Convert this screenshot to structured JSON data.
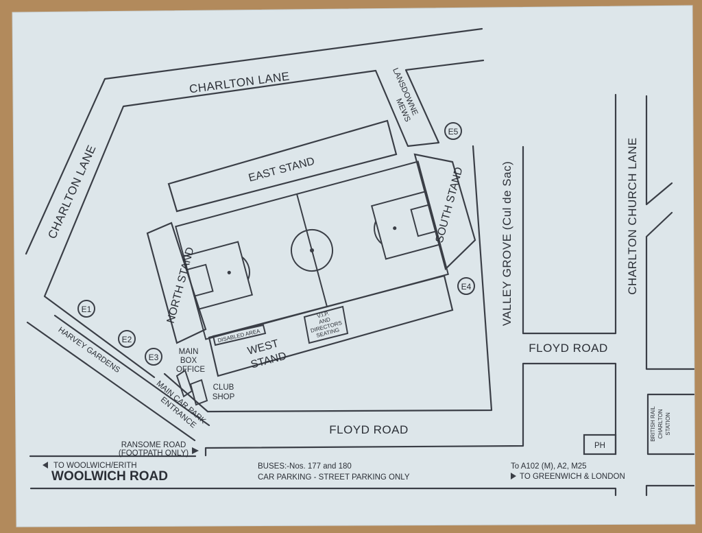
{
  "colors": {
    "paper": "#dde6ea",
    "ink": "#3a3e46",
    "backing": "#b28a5c"
  },
  "roads": {
    "charlton_lane_top": "CHARLTON LANE",
    "charlton_lane_left": "CHARLTON LANE",
    "lansdowne_mews_1": "LANSDOWNE",
    "lansdowne_mews_2": "MEWS",
    "valley_grove": "VALLEY GROVE (Cul de Sac)",
    "charlton_church_lane": "CHARLTON CHURCH LANE",
    "floyd_road_right": "FLOYD ROAD",
    "floyd_road_bottom": "FLOYD ROAD",
    "harvey_gardens": "HARVEY GARDENS",
    "woolwich_road": "WOOLWICH ROAD"
  },
  "stands": {
    "east": "EAST STAND",
    "north": "NORTH STAND",
    "south": "SOUTH STAND",
    "west_1": "WEST",
    "west_2": "STAND",
    "disabled_area": "DISABLED AREA",
    "vip_1": "V.I.P.",
    "vip_2": "AND",
    "vip_3": "DIRECTORS",
    "vip_4": "SEATING"
  },
  "entrances": [
    "E1",
    "E2",
    "E3",
    "E4",
    "E5"
  ],
  "facilities": {
    "box_office_1": "MAIN",
    "box_office_2": "BOX",
    "box_office_3": "OFFICE",
    "club_shop_1": "CLUB",
    "club_shop_2": "SHOP",
    "car_park_1": "MAIN CAR PARK",
    "car_park_2": "ENTRANCE",
    "pub": "PH",
    "station_1": "BRITISH RAIL",
    "station_2": "CHARLTON",
    "station_3": "STATION"
  },
  "notes": {
    "ransome_1": "RANSOME ROAD",
    "ransome_2": "(FOOTPATH ONLY)",
    "to_woolwich": "TO WOOLWICH/ERITH",
    "buses": "BUSES:-Nos. 177 and 180",
    "car_parking": "CAR PARKING - STREET PARKING ONLY",
    "to_a102": "To A102 (M), A2, M25",
    "to_greenwich": "TO GREENWICH & LONDON"
  }
}
